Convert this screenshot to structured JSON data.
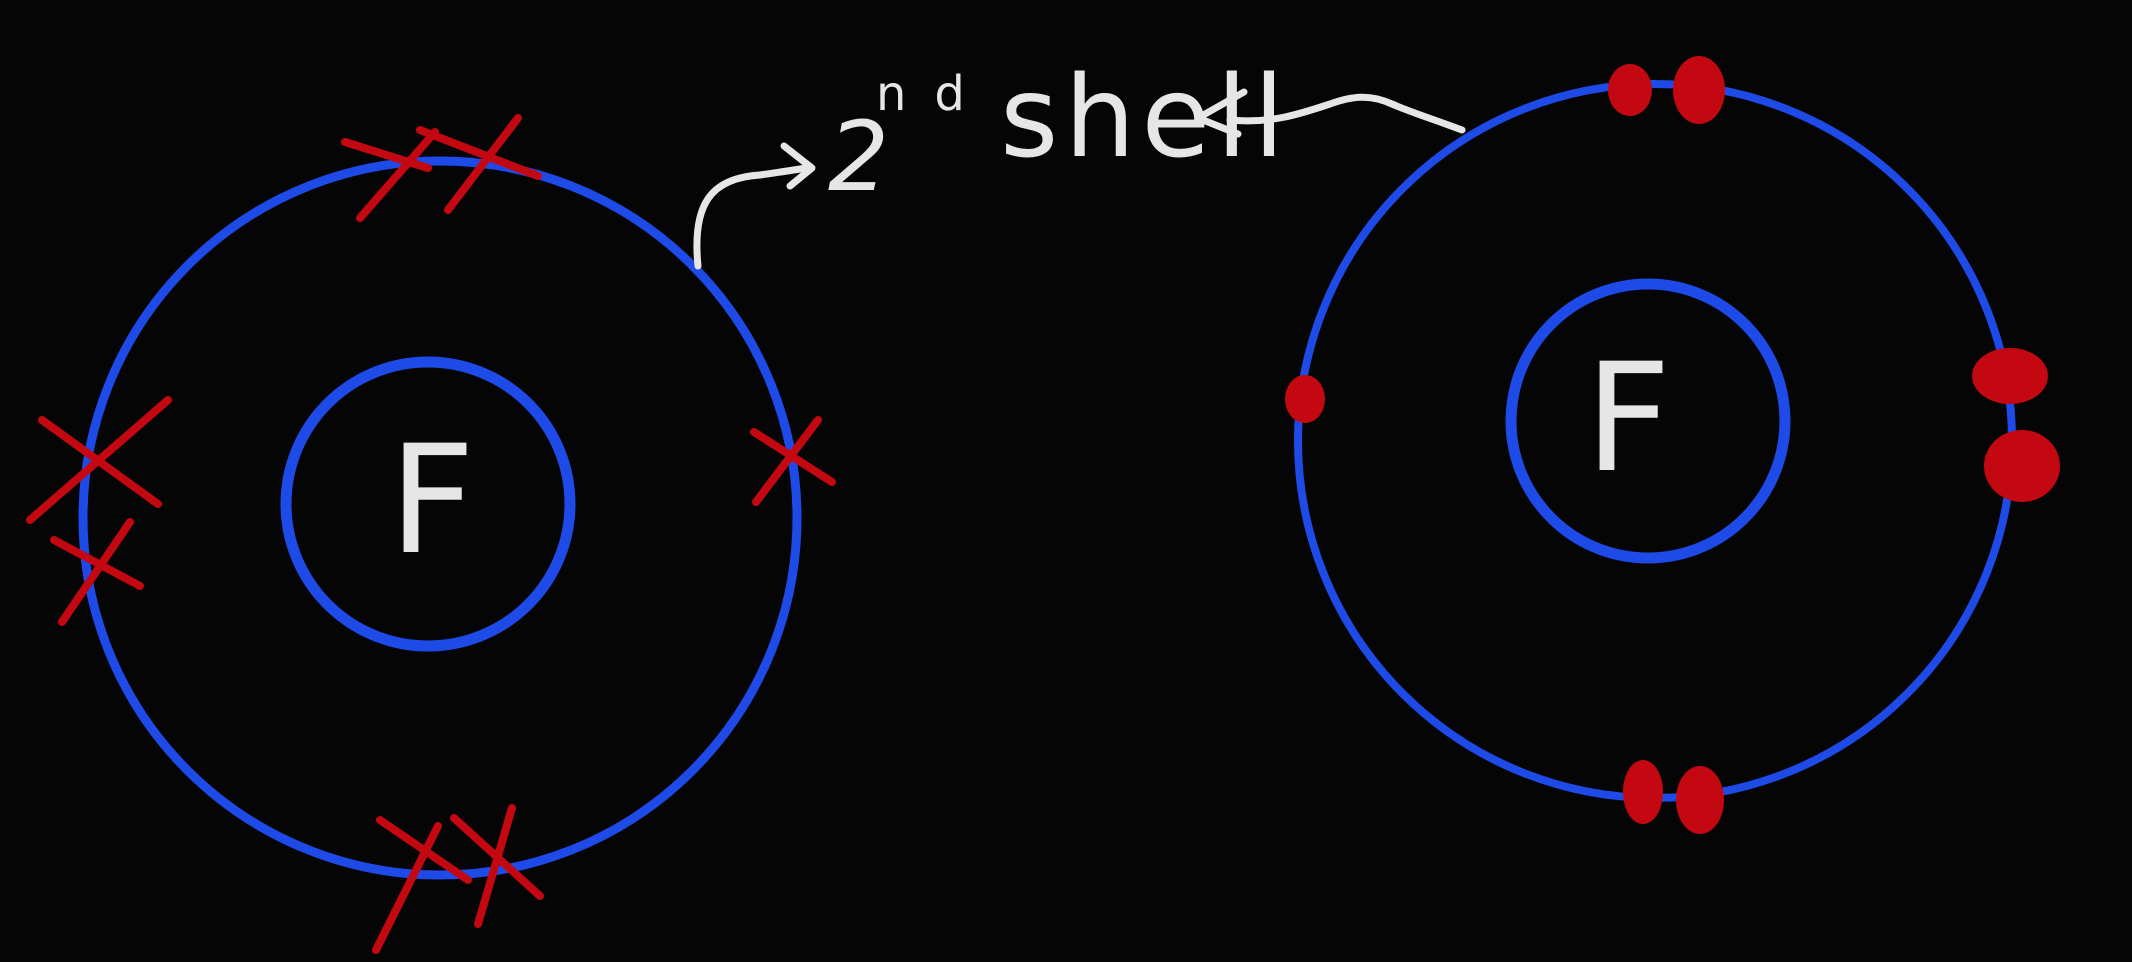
{
  "colors": {
    "background": "#050505",
    "shell": "#1e4ae8",
    "electron": "#c40812",
    "annotation": "#e6e6e6"
  },
  "annotation": {
    "prefix": "2",
    "superscript": "nd",
    "word": "shell"
  },
  "left_atom": {
    "nucleus_label": "F",
    "electron_marker": "cross",
    "outer_shell_electrons": 7
  },
  "right_atom": {
    "nucleus_label": "F",
    "electron_marker": "dot",
    "outer_shell_electrons": 7
  }
}
